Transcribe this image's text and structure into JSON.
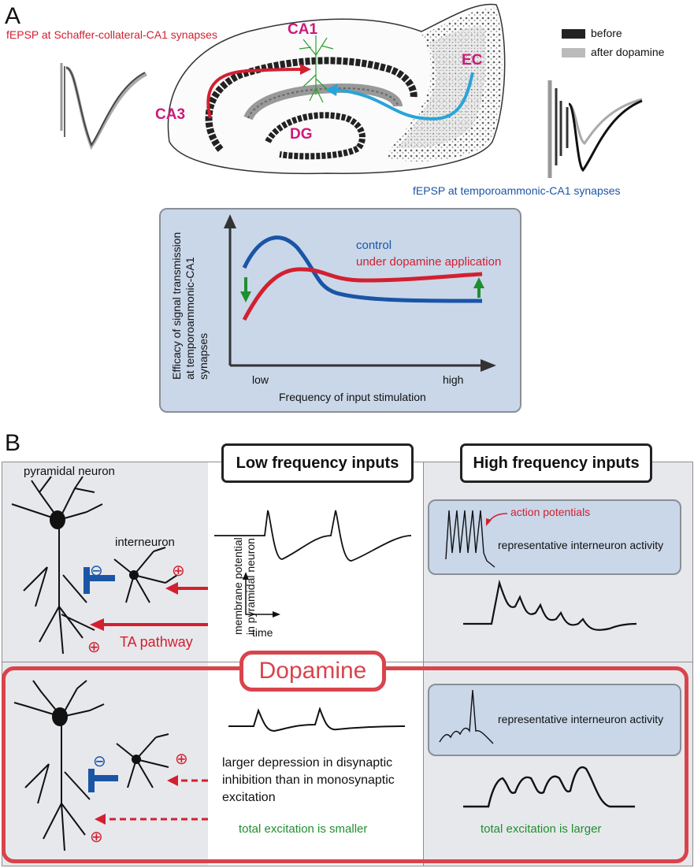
{
  "panel_a": {
    "letter": "A",
    "left_caption": "fEPSP at Schaffer-collateral-CA1 synapses",
    "right_caption": "fEPSP at temporoammonic-CA1 synapses",
    "legend": {
      "before": "before",
      "after": "after dopamine"
    },
    "regions": {
      "ca1": "CA1",
      "ca3": "CA3",
      "dg": "DG",
      "ec": "EC"
    },
    "graph": {
      "ylabel_line1": "Efficacy of signal transmission",
      "ylabel_line2": "at temporoammonic-CA1 synapses",
      "xlabel": "Frequency of input stimulation",
      "x_low": "low",
      "x_high": "high",
      "series_control": "control",
      "series_dopamine": "under dopamine application"
    }
  },
  "panel_b": {
    "letter": "B",
    "col_low": "Low frequency inputs",
    "col_high": "High frequency inputs",
    "pyramidal_neuron": "pyramidal neuron",
    "interneuron": "interneuron",
    "ta_pathway": "TA pathway",
    "ylabel_line1": "membrane potential",
    "ylabel_line2": "in pyramidal neuron",
    "time": "time",
    "action_potentials": "action potentials",
    "interneuron_activity": "representative interneuron activity",
    "dopamine": "Dopamine",
    "depression_text": "larger depression in disynaptic inhibition than in monosynaptic excitation",
    "low_result": "total excitation is smaller",
    "high_result": "total excitation is larger",
    "minus_sign": "⊖",
    "plus_sign": "⊕"
  },
  "colors": {
    "red": "#d22030",
    "blue": "#1a55a6",
    "green": "#1f8f2f",
    "magenta": "#cc1a78"
  }
}
